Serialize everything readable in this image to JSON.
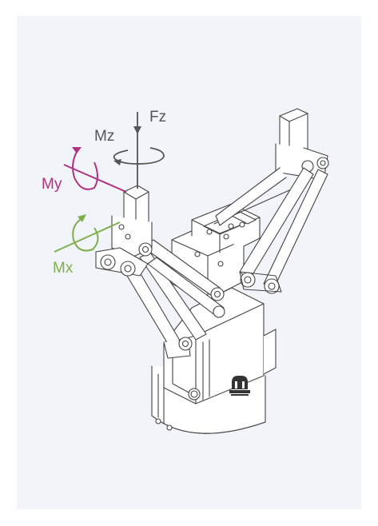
{
  "labels": {
    "fz": "Fz",
    "mz": "Mz",
    "my": "My",
    "mx": "Mx"
  },
  "colors": {
    "panel": "#f1f5fa",
    "fz": "#555555",
    "mz": "#555555",
    "my": "#b0317d",
    "mx": "#7fae4b",
    "line": "#444444",
    "fill": "#ffffff"
  },
  "logo": {
    "icon": "manufacturer-logo-icon"
  }
}
